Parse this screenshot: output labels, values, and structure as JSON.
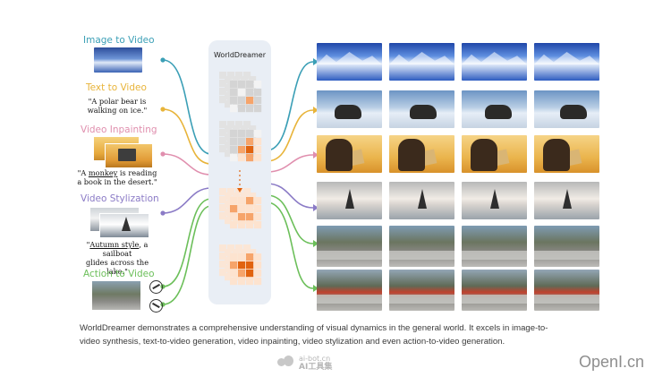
{
  "tasks": {
    "image_to_video": {
      "title": "Image to Video",
      "color": "#3b9fb6"
    },
    "text_to_video": {
      "title": "Text to Video",
      "color": "#e8b43a",
      "prompt_line1": "\"A polar bear is",
      "prompt_line2": "walking on ice.\""
    },
    "video_inpainting": {
      "title": "Video Inpainting",
      "color": "#e08fae",
      "prompt_pre": "\"A ",
      "prompt_keyword": "monkey",
      "prompt_post": " is reading",
      "prompt_line2": "a book in the desert.\""
    },
    "video_stylization": {
      "title": "Video Stylization",
      "color": "#8b7bc6",
      "prompt_pre": "\"",
      "prompt_keyword": "Autumn style",
      "prompt_post": ", a sailboat",
      "prompt_line2": "glides across the lake.\""
    },
    "action_to_video": {
      "title": "Action to Video",
      "color": "#6cbf5a"
    }
  },
  "core": {
    "title": "WorldDreamer"
  },
  "caption": {
    "line1": "WorldDreamer demonstrates a comprehensive understanding of visual dynamics in the general world. It excels in image-to-",
    "line2": "video synthesis, text-to-video generation, video inpainting, video stylization and even action-to-video generation."
  },
  "watermarks": {
    "left_top": "ai-bot.cn",
    "left_bottom": "AI工具集",
    "right": "OpenI.cn"
  },
  "icons": {
    "action_icon": "steering-wheel-icon",
    "arrow_icon": "arrow-head-icon"
  },
  "colors": {
    "core_bg": "#e9eef5",
    "token_light": "#fde3cf",
    "token_mid": "#f6a46a",
    "token_dark": "#e1630f",
    "token_gray": "#d4d4d4"
  }
}
